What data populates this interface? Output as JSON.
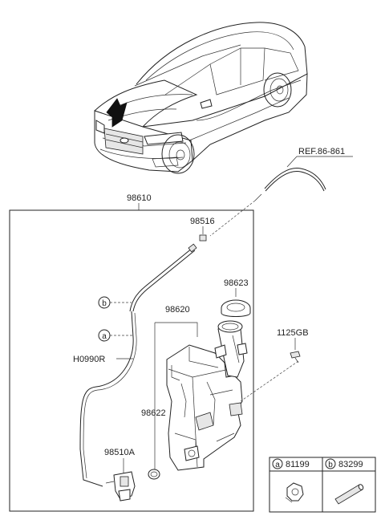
{
  "labels": {
    "ref": "REF.86-861",
    "assembly": "98610",
    "nozzle_hose": "98516",
    "cap": "98623",
    "reservoir": "98620",
    "bolt": "1125GB",
    "hose": "H0990R",
    "grommet": "98622",
    "pump": "98510A"
  },
  "callouts": {
    "a": "a",
    "b": "b"
  },
  "legend": {
    "a_letter": "a",
    "a_part": "81199",
    "b_letter": "b",
    "b_part": "83299"
  }
}
